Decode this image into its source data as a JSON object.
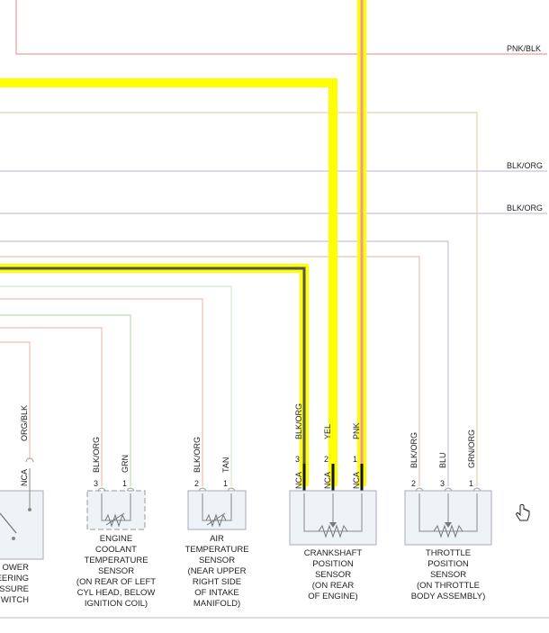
{
  "right_labels": {
    "pnk_blk": "PNK/BLK",
    "blk_org_1": "BLK/ORG",
    "blk_org_2": "BLK/ORG"
  },
  "power_steering": {
    "wire_label": "ORG/BLK",
    "pin_label": "NCA",
    "caption": [
      "OWER",
      "EERING",
      "ESSURE",
      "WITCH"
    ]
  },
  "engine_coolant": {
    "wire_3": "BLK/ORG",
    "wire_1": "GRN",
    "pin_3": "3",
    "pin_1": "1",
    "caption": [
      "ENGINE",
      "COOLANT",
      "TEMPERATURE",
      "SENSOR",
      "(ON REAR OF LEFT",
      "CYL HEAD, BELOW",
      "IGNITION COIL)"
    ]
  },
  "air_temp": {
    "wire_2": "BLK/ORG",
    "wire_1": "TAN",
    "pin_2": "2",
    "pin_1": "1",
    "caption": [
      "AIR",
      "TEMPERATURE",
      "SENSOR",
      "(NEAR UPPER",
      "RIGHT SIDE",
      "OF INTAKE",
      "MANIFOLD)"
    ]
  },
  "crankshaft": {
    "wire_3": "BLK/ORG",
    "wire_2": "YEL",
    "wire_1": "PNK",
    "pin_3": "3",
    "pin_2": "2",
    "pin_1": "1",
    "nca": "NCA",
    "caption": [
      "CRANKSHAFT",
      "POSITION",
      "SENSOR",
      "(ON REAR",
      "OF ENGINE)"
    ]
  },
  "throttle": {
    "wire_2": "BLK/ORG",
    "wire_3": "BLU",
    "wire_1": "GRN/ORG",
    "pin_2": "2",
    "pin_3": "3",
    "pin_1": "1",
    "caption": [
      "THROTTLE",
      "POSITION",
      "SENSOR",
      "(ON THROTTLE",
      "BODY ASSEMBLY)"
    ]
  },
  "colors": {
    "highlight": "#ffff00",
    "pink": "#ef9a9a",
    "tan": "#e2d2a8",
    "lavender": "#c7c2e0",
    "green": "#b9dcb0",
    "peach": "#e9c2aa",
    "box_fill": "#eef3f8"
  }
}
